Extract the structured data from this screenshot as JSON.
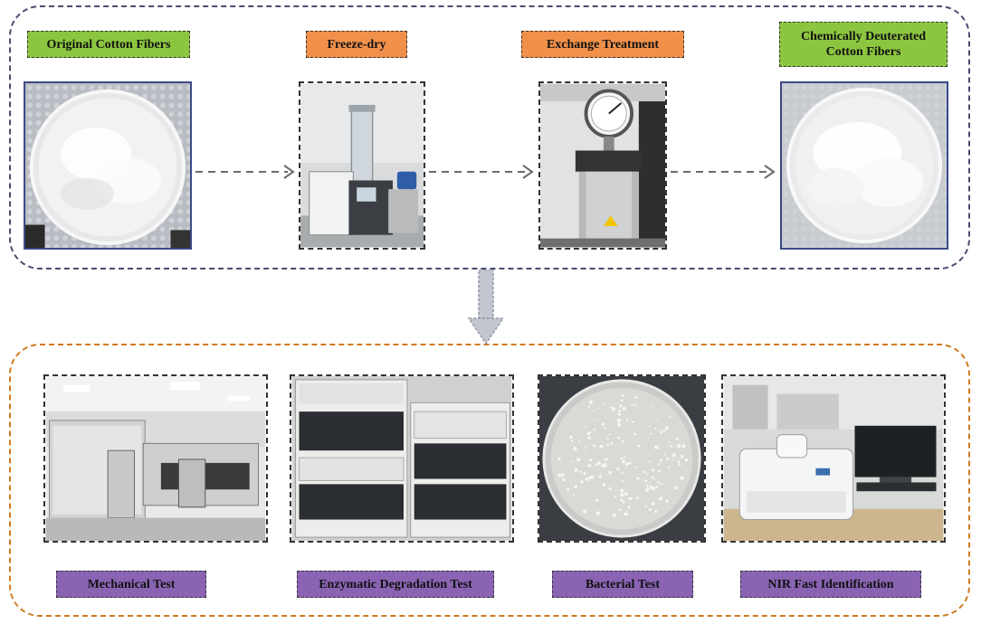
{
  "top_steps": [
    {
      "label": "Original Cotton Fibers"
    },
    {
      "label": "Freeze-dry"
    },
    {
      "label": "Exchange Treatment"
    },
    {
      "label": "Chemically Deuterated Cotton Fibers"
    }
  ],
  "bottom_tests": [
    {
      "label": "Mechanical Test"
    },
    {
      "label": "Enzymatic Degradation Test"
    },
    {
      "label": "Bacterial Test"
    },
    {
      "label": "NIR Fast Identification"
    }
  ],
  "colors": {
    "top_border": "#4a4a6e",
    "bottom_border": "#d07a1e",
    "green_label": "#8cc640",
    "orange_label": "#f0904a",
    "purple_label": "#8a63b3",
    "arrow": "#6b6b6b"
  },
  "icons": [
    "dashed-arrow-right-icon",
    "down-arrow-icon"
  ]
}
